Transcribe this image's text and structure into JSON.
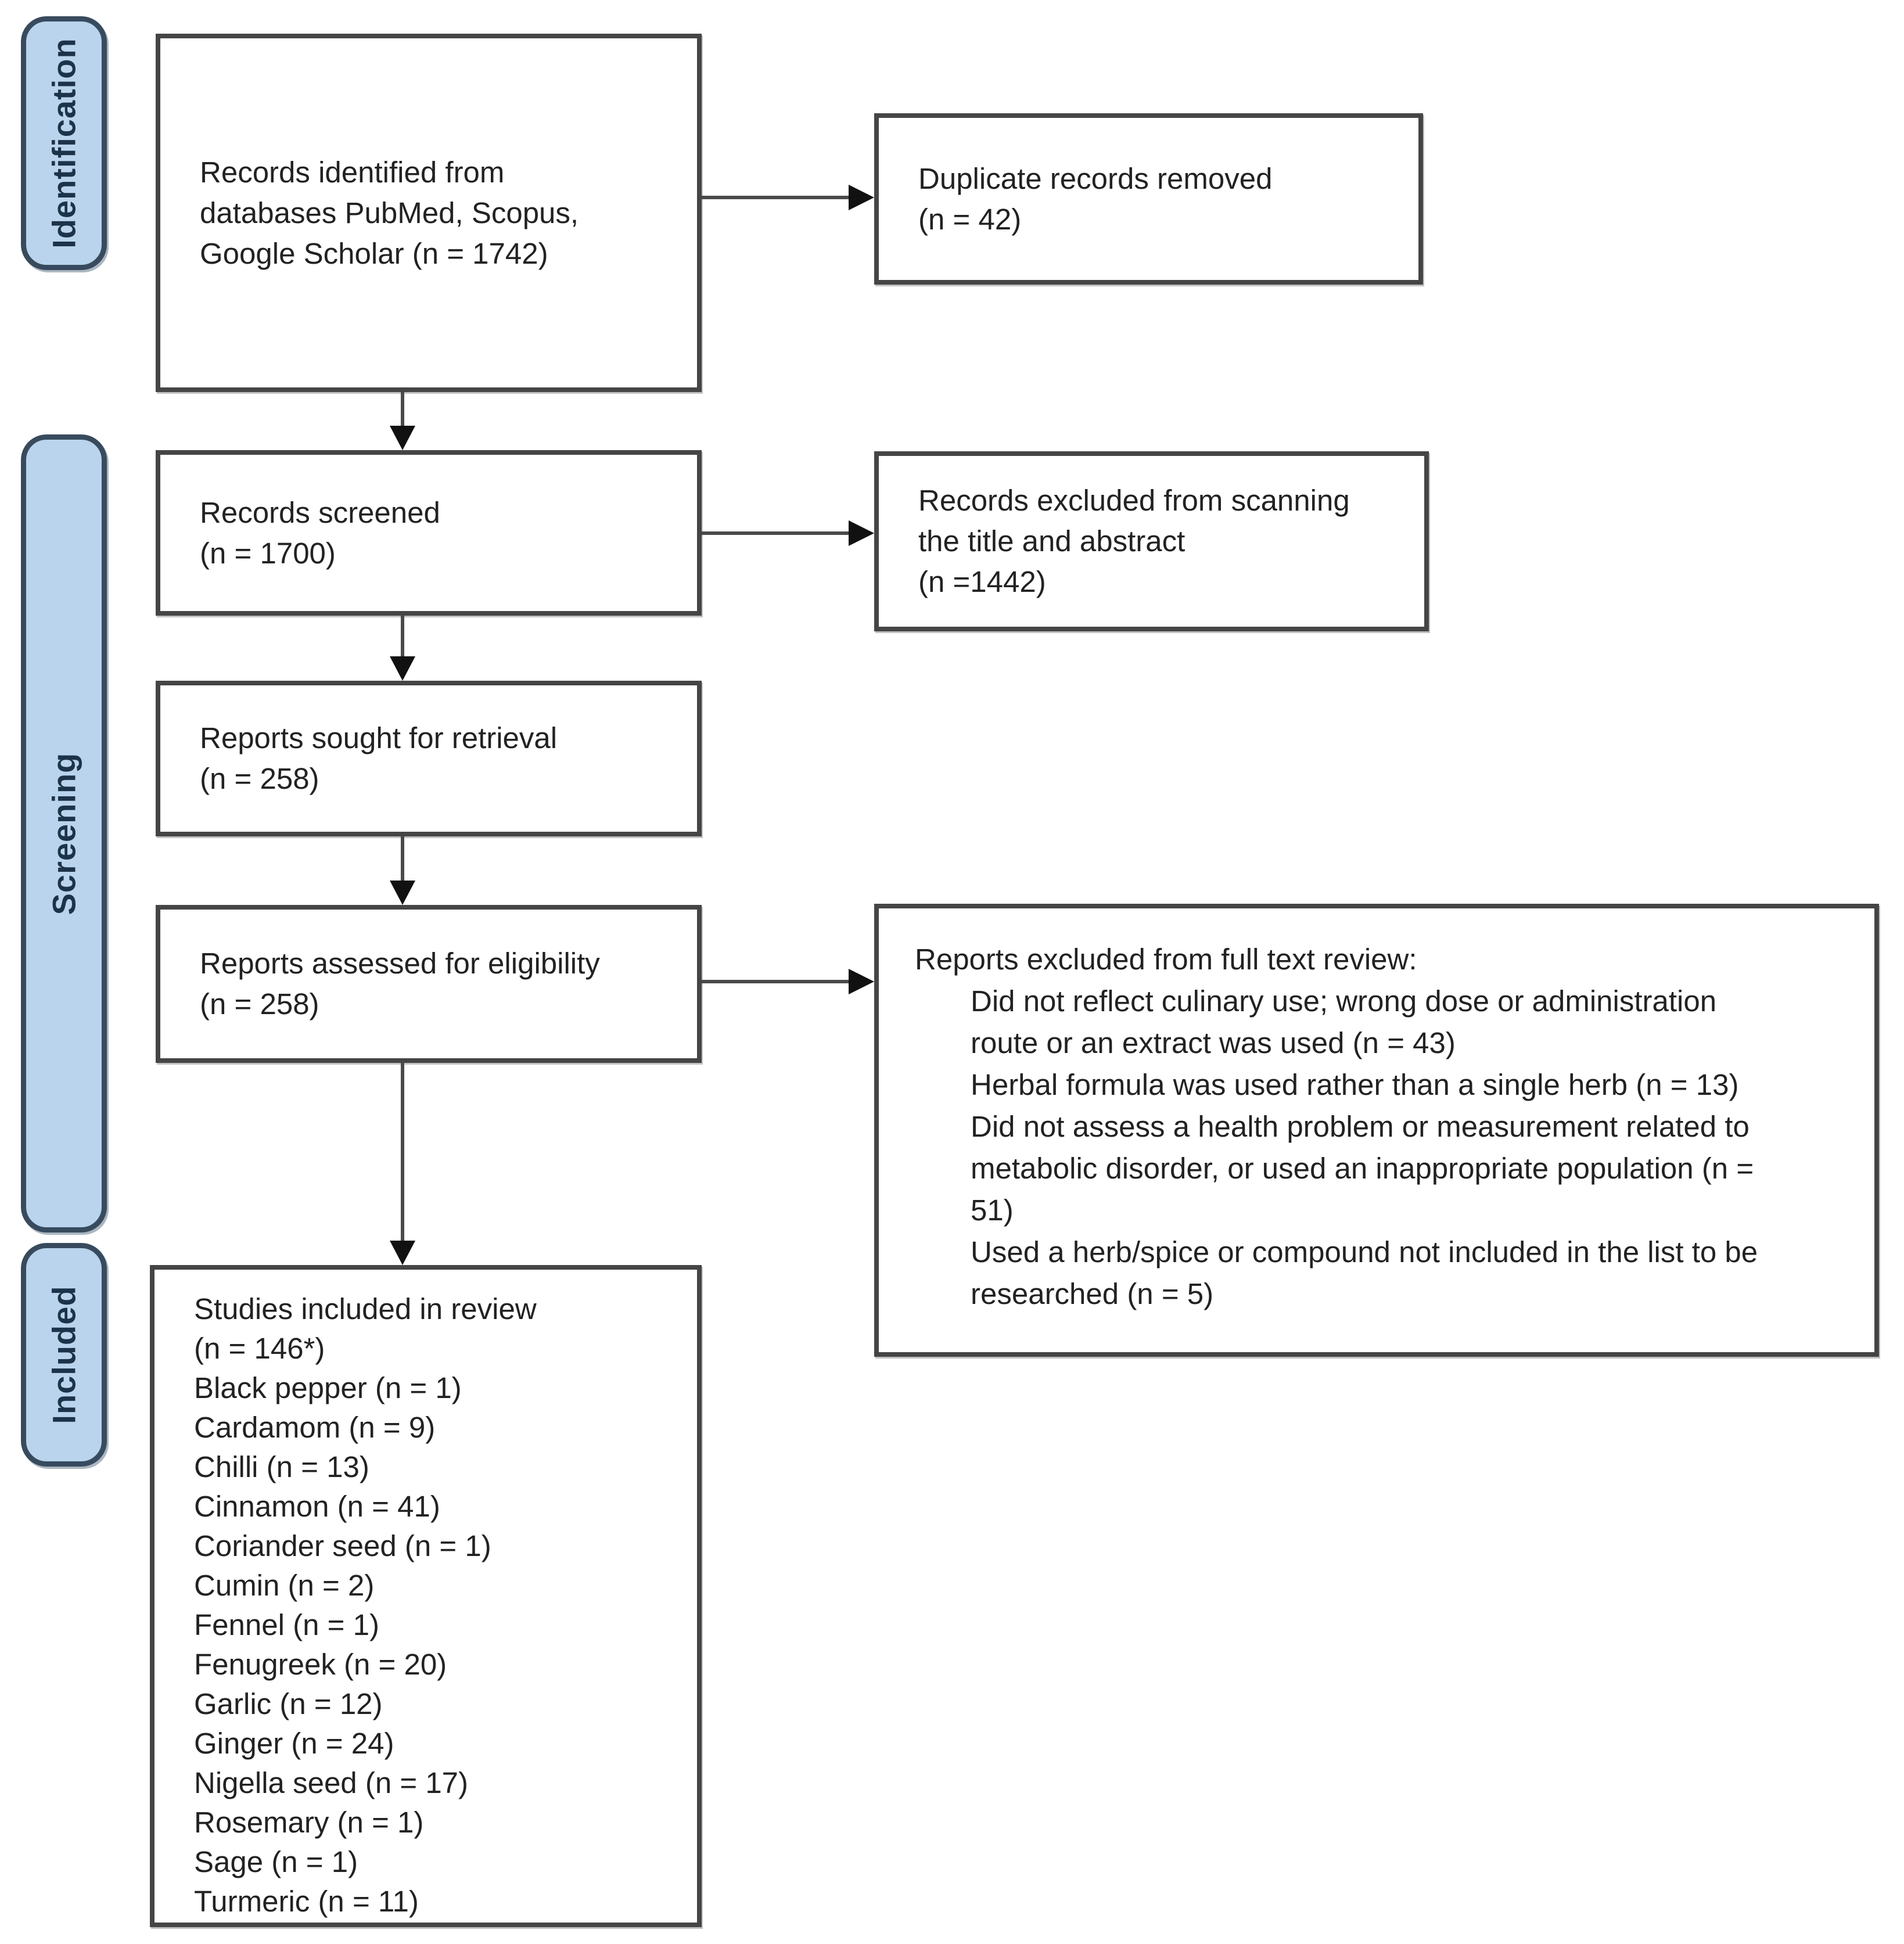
{
  "colors": {
    "background": "#ffffff",
    "box_fill": "#ffffff",
    "box_border": "#454545",
    "text": "#222222",
    "sidebar_fill": "#b9d4ec",
    "sidebar_border": "#384b5e",
    "sidebar_text": "#1d3349",
    "arrow_line": "#4a4a4a",
    "arrow_head": "#111111"
  },
  "sidebar": {
    "items": [
      {
        "id": "identification",
        "label": "Identification"
      },
      {
        "id": "screening",
        "label": "Screening"
      },
      {
        "id": "included",
        "label": "Included"
      }
    ]
  },
  "boxes": {
    "records_identified": {
      "lines": [
        "Records identified from",
        "databases PubMed, Scopus,",
        "Google Scholar (n = 1742)"
      ]
    },
    "duplicate_records": {
      "lines": [
        "Duplicate records removed",
        "(n = 42)"
      ]
    },
    "records_screened": {
      "lines": [
        "Records screened",
        "(n = 1700)"
      ]
    },
    "records_excluded_screening": {
      "lines": [
        "Records excluded from scanning",
        "the title and abstract",
        "(n =1442)"
      ]
    },
    "reports_sought": {
      "lines": [
        "Reports sought for retrieval",
        "(n = 258)"
      ]
    },
    "reports_assessed": {
      "lines": [
        "Reports assessed for eligibility",
        "(n = 258)"
      ]
    },
    "reports_excluded_fulltext": {
      "lines": [
        {
          "t": "Reports excluded from full text review:",
          "ind": 0
        },
        {
          "t": "Did not reflect culinary use; wrong dose or administration",
          "ind": 1
        },
        {
          "t": "route or an extract was used (n = 43)",
          "ind": 1
        },
        {
          "t": "Herbal formula was used rather than a single herb (n = 13)",
          "ind": 1
        },
        {
          "t": "Did not assess a health problem or measurement related to",
          "ind": 1
        },
        {
          "t": "metabolic disorder, or used an inappropriate population (n =",
          "ind": 1
        },
        {
          "t": "51)",
          "ind": 1
        },
        {
          "t": "Used a herb/spice or compound not included in the list to be",
          "ind": 1
        },
        {
          "t": "researched (n = 5)",
          "ind": 1
        }
      ]
    },
    "studies_included": {
      "lines": [
        "Studies included in review",
        "(n = 146*)",
        "Black pepper (n = 1)",
        "Cardamom (n = 9)",
        "Chilli (n = 13)",
        "Cinnamon (n = 41)",
        "Coriander seed (n = 1)",
        "Cumin (n = 2)",
        "Fennel (n = 1)",
        "Fenugreek (n = 20)",
        "Garlic (n = 12)",
        "Ginger (n = 24)",
        "Nigella seed (n = 17)",
        "Rosemary (n = 1)",
        "Sage (n = 1)",
        "Turmeric (n = 11)"
      ]
    }
  }
}
